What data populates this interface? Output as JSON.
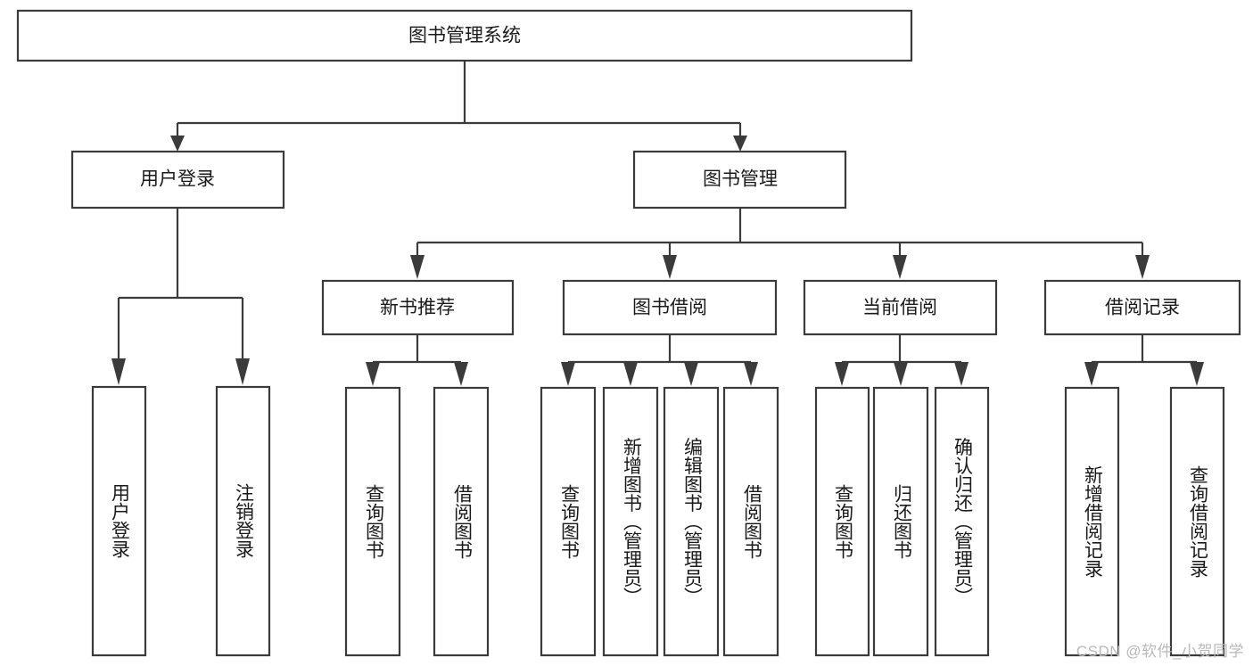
{
  "diagram": {
    "type": "tree-hierarchy",
    "title": "图书管理系统",
    "orientation": "top-down",
    "colors": {
      "stroke": "#3b3b3b",
      "fill": "#ffffff",
      "text": "#1a1a1a",
      "watermark": "#b9b9b9"
    },
    "root": {
      "id": "root",
      "label": "图书管理系统"
    },
    "level2": [
      {
        "id": "user-login",
        "label": "用户登录"
      },
      {
        "id": "book-management",
        "label": "图书管理"
      }
    ],
    "level3": [
      {
        "id": "new-book-recommend",
        "label": "新书推荐",
        "parent": "book-management"
      },
      {
        "id": "book-borrow",
        "label": "图书借阅",
        "parent": "book-management"
      },
      {
        "id": "current-borrow",
        "label": "当前借阅",
        "parent": "book-management"
      },
      {
        "id": "borrow-record",
        "label": "借阅记录",
        "parent": "book-management"
      }
    ],
    "leaves": {
      "user-login": [
        {
          "id": "leaf-user-login",
          "label": "用户登录"
        },
        {
          "id": "leaf-logout",
          "label": "注销登录"
        }
      ],
      "new-book-recommend": [
        {
          "id": "leaf-query-book-1",
          "label": "查询图书"
        },
        {
          "id": "leaf-borrow-book-1",
          "label": "借阅图书"
        }
      ],
      "book-borrow": [
        {
          "id": "leaf-query-book-2",
          "label": "查询图书"
        },
        {
          "id": "leaf-add-book",
          "label": "新增图书（管理员）"
        },
        {
          "id": "leaf-edit-book",
          "label": "编辑图书（管理员）"
        },
        {
          "id": "leaf-borrow-book-2",
          "label": "借阅图书"
        }
      ],
      "current-borrow": [
        {
          "id": "leaf-query-book-3",
          "label": "查询图书"
        },
        {
          "id": "leaf-return-book",
          "label": "归还图书"
        },
        {
          "id": "leaf-confirm-return",
          "label": "确认归还（管理员）"
        }
      ],
      "borrow-record": [
        {
          "id": "leaf-add-record",
          "label": "新增借阅记录"
        },
        {
          "id": "leaf-query-record",
          "label": "查询借阅记录"
        }
      ]
    }
  },
  "watermark": {
    "text": "CSDN @软件_小贺同学"
  }
}
